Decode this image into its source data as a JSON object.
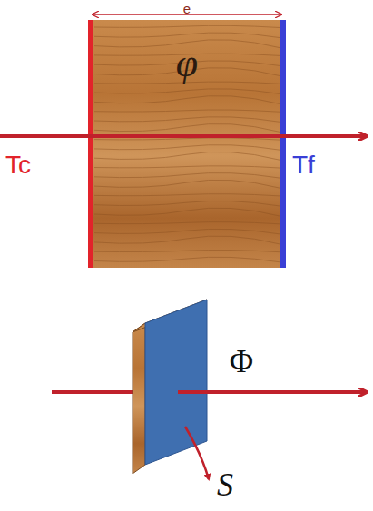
{
  "diagram": {
    "labels": [
      "e",
      "φ",
      "Tc",
      "Tf",
      "Φ",
      "S"
    ]
  }
}
